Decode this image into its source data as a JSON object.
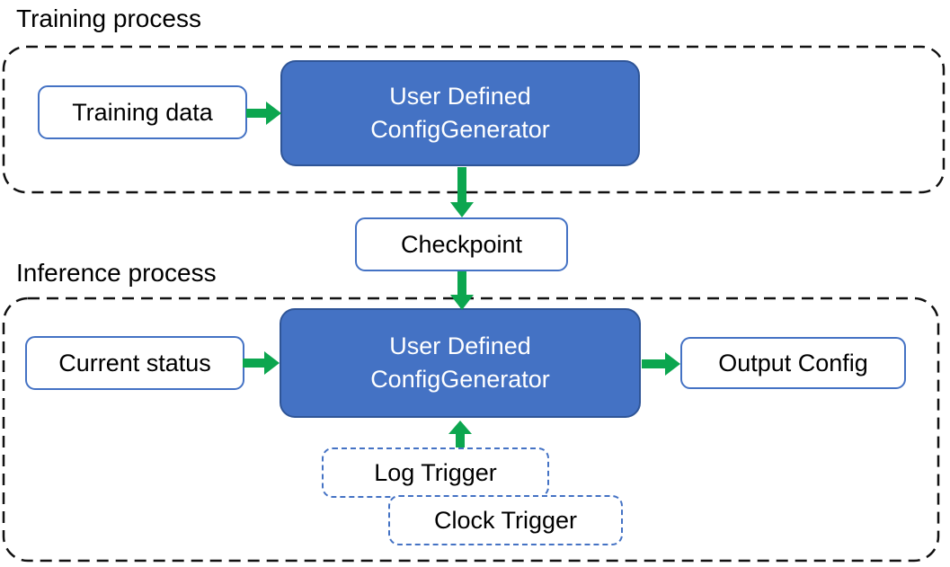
{
  "sections": {
    "training": {
      "title": "Training process"
    },
    "inference": {
      "title": "Inference process"
    }
  },
  "nodes": {
    "training_data": {
      "label": "Training data"
    },
    "training_generator": {
      "line1": "User Defined",
      "line2": "ConfigGenerator"
    },
    "checkpoint": {
      "label": "Checkpoint"
    },
    "current_status": {
      "label": "Current status"
    },
    "inference_generator": {
      "line1": "User Defined",
      "line2": "ConfigGenerator"
    },
    "output_config": {
      "label": "Output Config"
    },
    "log_trigger": {
      "label": "Log Trigger"
    },
    "clock_trigger": {
      "label": "Clock Trigger"
    }
  },
  "edges": [
    {
      "from": "training_data",
      "to": "training_generator",
      "direction": "right"
    },
    {
      "from": "training_generator",
      "to": "checkpoint",
      "direction": "down"
    },
    {
      "from": "checkpoint",
      "to": "inference_generator",
      "direction": "down"
    },
    {
      "from": "current_status",
      "to": "inference_generator",
      "direction": "right"
    },
    {
      "from": "inference_generator",
      "to": "output_config",
      "direction": "right"
    },
    {
      "from": "log_trigger",
      "to": "inference_generator",
      "direction": "up"
    }
  ],
  "colors": {
    "node_blue_fill": "#4472C4",
    "node_blue_border": "#2F5597",
    "white_node_border": "#4472C4",
    "trigger_border": "#4472C4",
    "arrow_green": "#0CA64F",
    "container_dash": "#111111",
    "text": "#000000",
    "node_text_on_blue": "#FFFFFF",
    "background": "#FFFFFF"
  }
}
